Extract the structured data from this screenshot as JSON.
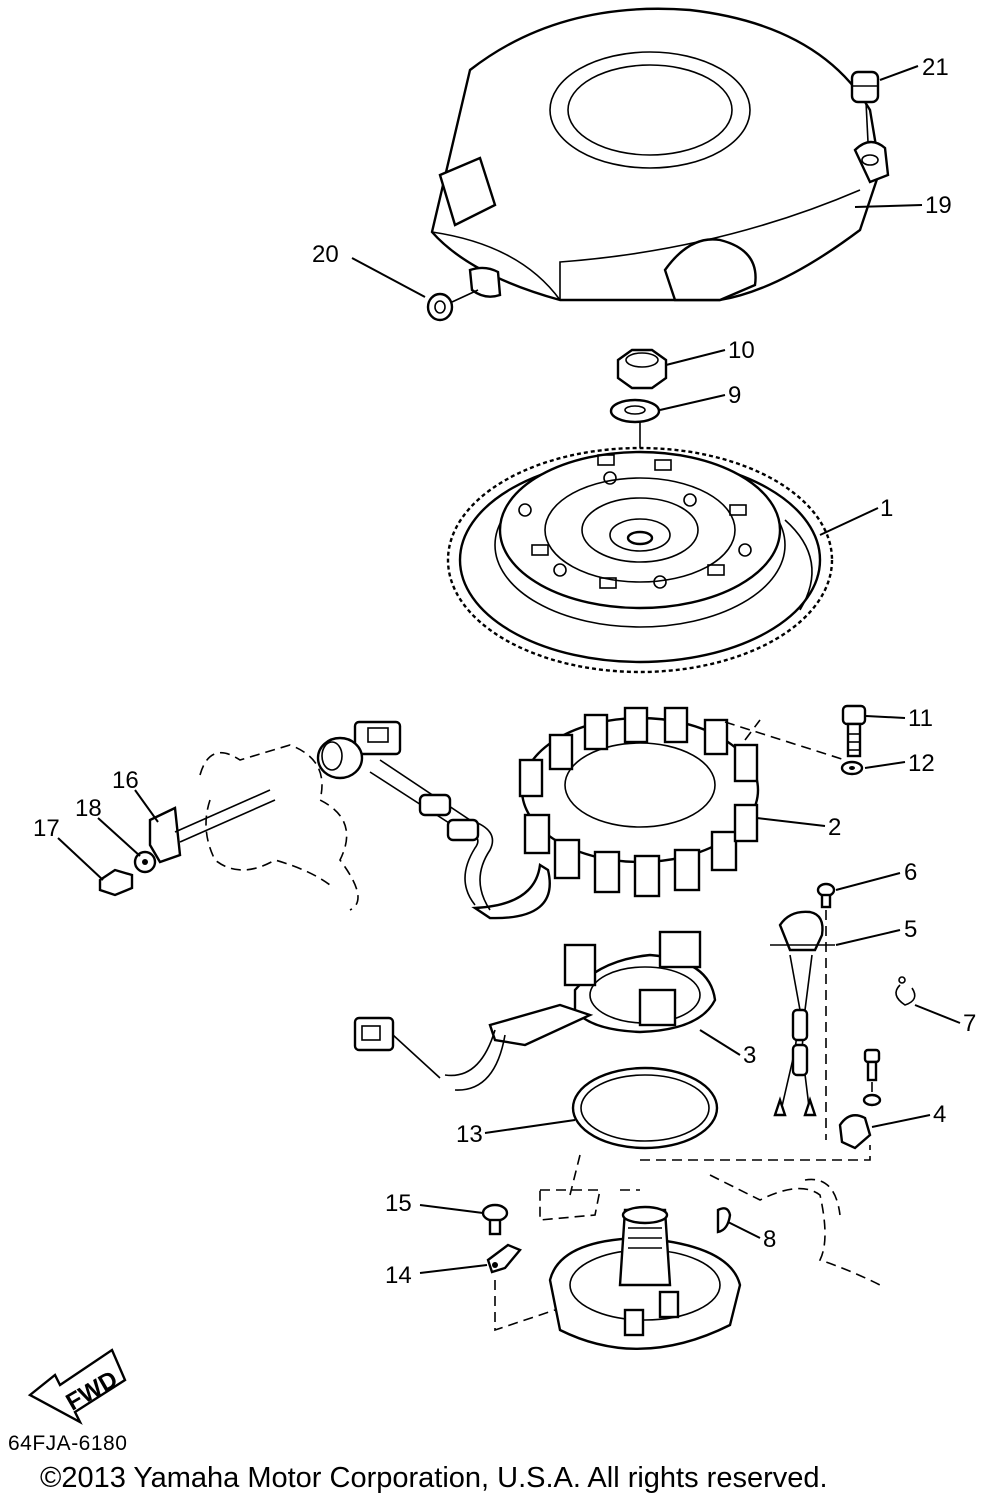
{
  "diagram": {
    "code": "64FJA-6180",
    "copyright": "©2013 Yamaha Motor Corporation, U.S.A. All rights reserved.",
    "fwd_label": "FWD",
    "callouts": [
      {
        "id": "1",
        "text": "1"
      },
      {
        "id": "2",
        "text": "2"
      },
      {
        "id": "3",
        "text": "3"
      },
      {
        "id": "4",
        "text": "4"
      },
      {
        "id": "5",
        "text": "5"
      },
      {
        "id": "6",
        "text": "6"
      },
      {
        "id": "7",
        "text": "7"
      },
      {
        "id": "8",
        "text": "8"
      },
      {
        "id": "9",
        "text": "9"
      },
      {
        "id": "10",
        "text": "10"
      },
      {
        "id": "11",
        "text": "11"
      },
      {
        "id": "12",
        "text": "12"
      },
      {
        "id": "13",
        "text": "13"
      },
      {
        "id": "14",
        "text": "14"
      },
      {
        "id": "15",
        "text": "15"
      },
      {
        "id": "16",
        "text": "16"
      },
      {
        "id": "17",
        "text": "17"
      },
      {
        "id": "18",
        "text": "18"
      },
      {
        "id": "19",
        "text": "19"
      },
      {
        "id": "20",
        "text": "20"
      },
      {
        "id": "21",
        "text": "21"
      }
    ]
  }
}
